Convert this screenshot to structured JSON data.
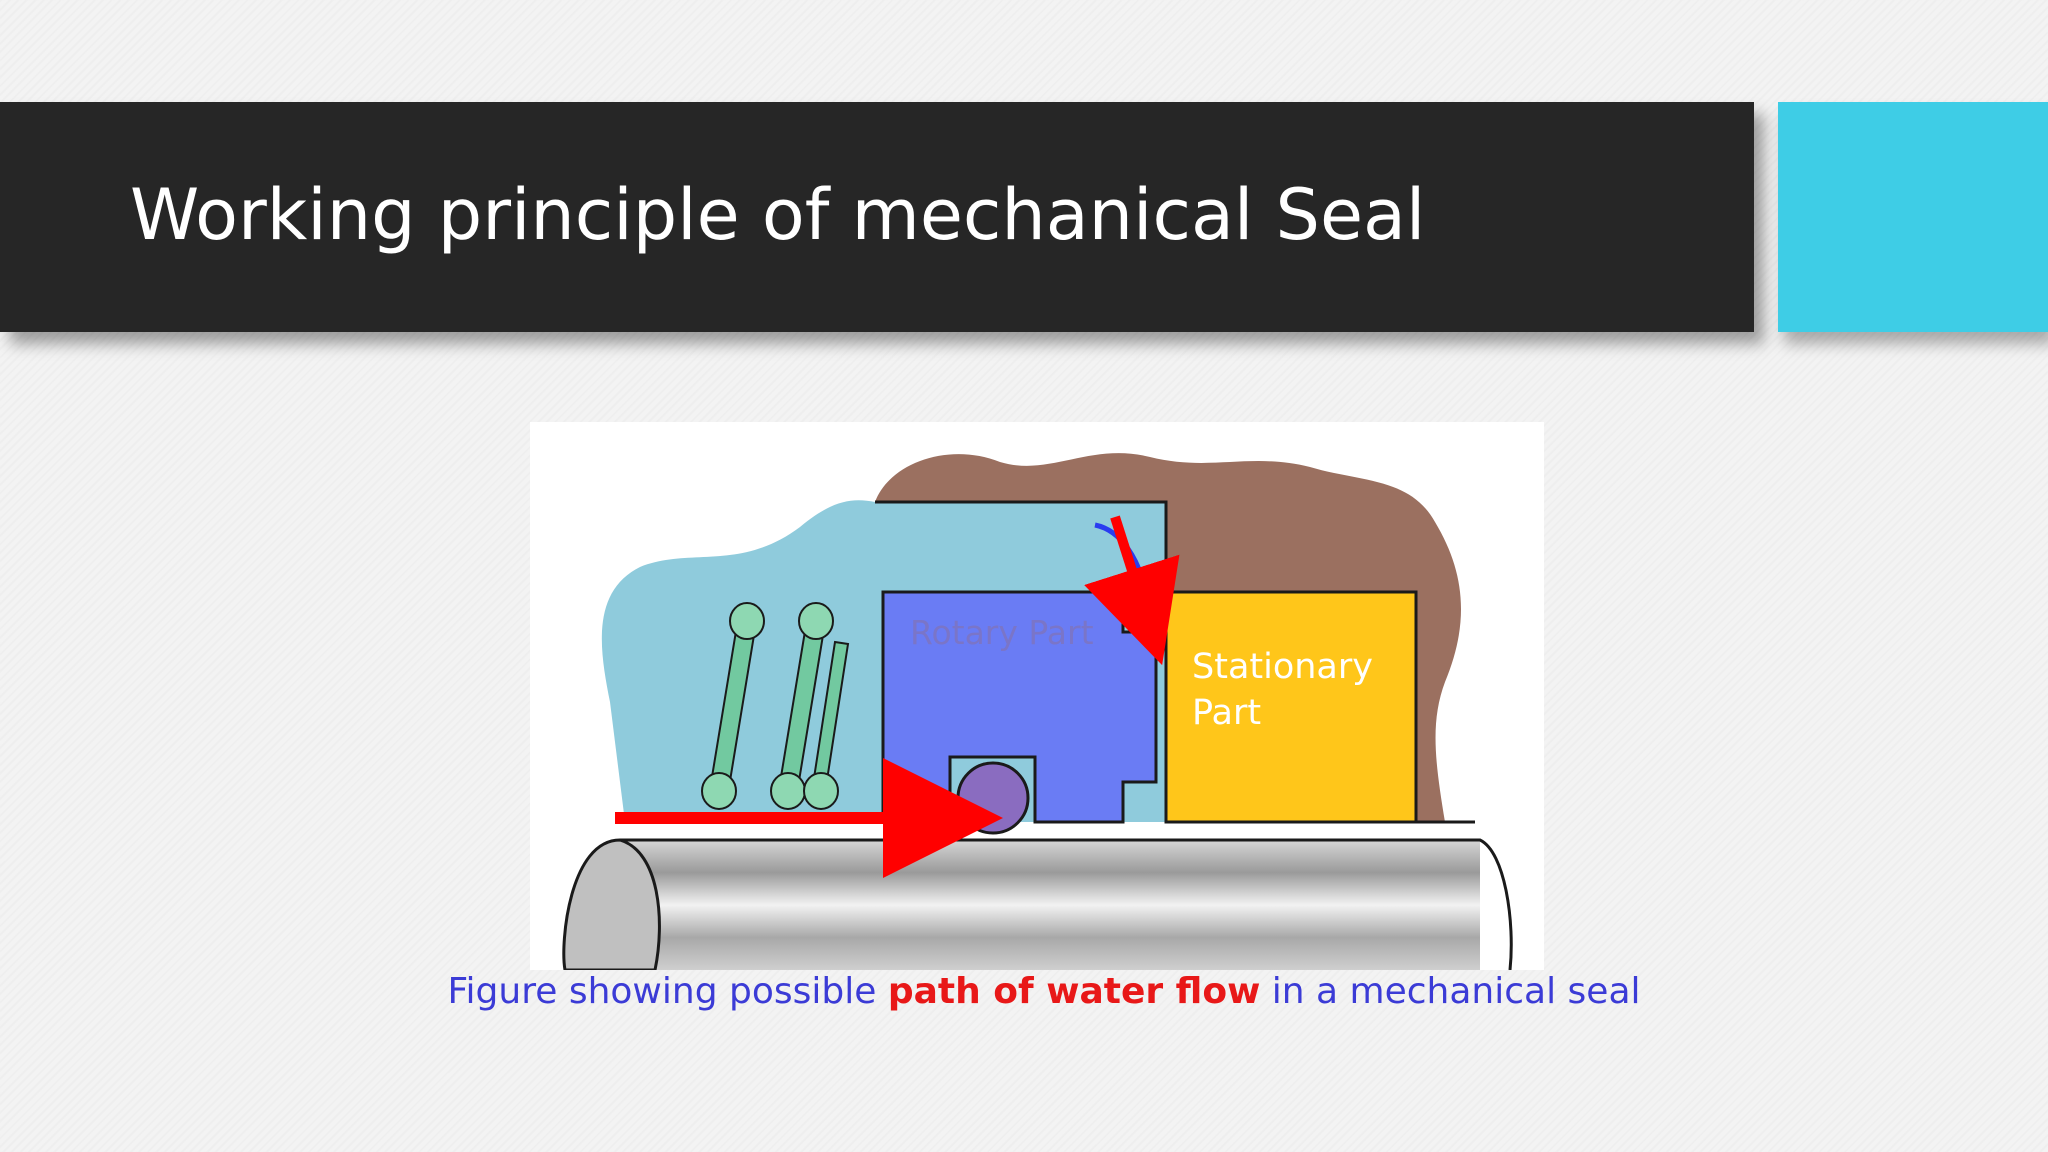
{
  "slide": {
    "title": "Working principle of mechanical Seal"
  },
  "figure": {
    "rotary_label": "Rotary Part",
    "stationary_label_line1": "Stationary",
    "stationary_label_line2": "Part"
  },
  "caption": {
    "prefix": "Figure showing possible ",
    "highlight": "path of water flow",
    "suffix": " in a mechanical seal"
  },
  "colors": {
    "title_bar": "#262626",
    "accent": "#3ecde6",
    "water": "#8fcbdc",
    "housing": "#9b7060",
    "rotary": "#6a7cf4",
    "stationary": "#ffc61a",
    "spring": "#72c9a0",
    "o_ring": "#8a6cc0",
    "arrow": "#ff0000",
    "caption_text": "#3b3bd6",
    "caption_highlight": "#e81818"
  }
}
